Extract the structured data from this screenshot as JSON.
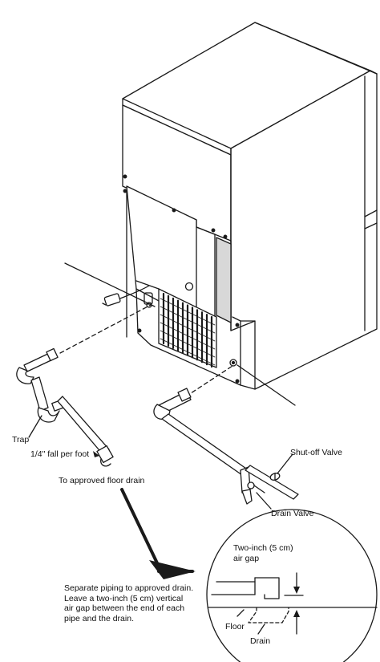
{
  "labels": {
    "trap": "Trap",
    "fall": "1/4\" fall per foot",
    "floor_drain": "To approved floor drain",
    "shutoff": "Shut-off Valve",
    "drain_valve": "Drain Valve",
    "floor": "Floor",
    "drain": "Drain"
  },
  "air_gap_label": [
    "Two-inch (5 cm)",
    "air gap"
  ],
  "note_lines": [
    "Separate piping to approved drain.",
    "Leave a two-inch (5 cm) vertical",
    "air gap between the end of each",
    "pipe and the drain."
  ],
  "icons": {
    "machine": "ice-machine-cabinet",
    "power_cord": "power-cord-plug",
    "valve": "shutoff-valve-icon",
    "arrow": "direction-arrow-icon"
  }
}
